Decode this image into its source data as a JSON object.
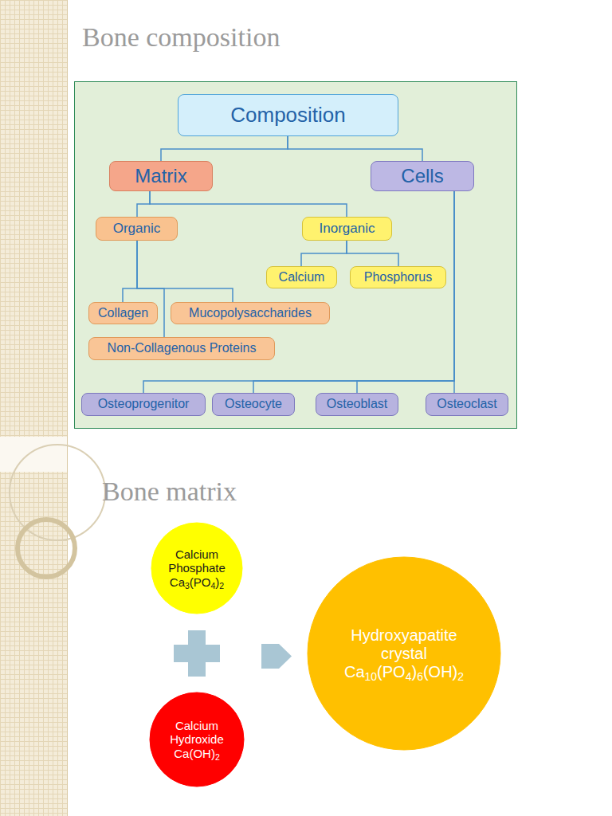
{
  "diagram": {
    "title": "Bone composition",
    "nodes": [
      {
        "text": [
          "Composition"
        ]
      },
      {
        "text": [
          "Matrix"
        ]
      },
      {
        "text": [
          "Cells"
        ]
      },
      {
        "text": [
          "Organic"
        ]
      },
      {
        "text": [
          "Inorganic"
        ]
      },
      {
        "text": [
          "Calcium"
        ]
      },
      {
        "text": [
          "Phosphorus"
        ]
      },
      {
        "text": [
          "Collagen"
        ]
      },
      {
        "text": [
          "Mucopolysaccharides"
        ]
      },
      {
        "text": [
          "Non-Collagenous Proteins"
        ]
      },
      {
        "text": [
          "Osteoprogenitor"
        ]
      },
      {
        "text": [
          "Osteocyte"
        ]
      },
      {
        "text": [
          "Osteoblast"
        ]
      },
      {
        "text": [
          "Osteoclast"
        ]
      },
      {
        "text": [
          "Calcium Phosphate",
          "Ca3(PO4)2"
        ]
      },
      {
        "text": [
          "Hydroxyapatite crystal",
          "Ca10(PO4)6(OH)2"
        ]
      },
      {
        "text": [
          "Calcium Hydroxide",
          "Ca(OH)2"
        ]
      }
    ],
    "edges": [
      {
        "from": 0,
        "to": 1,
        "arrow": "none"
      },
      {
        "from": 0,
        "to": 2,
        "arrow": "none"
      },
      {
        "from": 1,
        "to": 3,
        "arrow": "none"
      },
      {
        "from": 1,
        "to": 4,
        "arrow": "none"
      },
      {
        "from": 4,
        "to": 5,
        "arrow": "none"
      },
      {
        "from": 4,
        "to": 6,
        "arrow": "none"
      },
      {
        "from": 3,
        "to": 7,
        "arrow": "none"
      },
      {
        "from": 3,
        "to": 8,
        "arrow": "none"
      },
      {
        "from": 3,
        "to": 9,
        "arrow": "none"
      },
      {
        "from": 2,
        "to": 10,
        "arrow": "none"
      },
      {
        "from": 2,
        "to": 11,
        "arrow": "none"
      },
      {
        "from": 2,
        "to": 12,
        "arrow": "none"
      },
      {
        "from": 2,
        "to": 13,
        "arrow": "none"
      }
    ],
    "labels": [
      "Bone matrix"
    ]
  }
}
